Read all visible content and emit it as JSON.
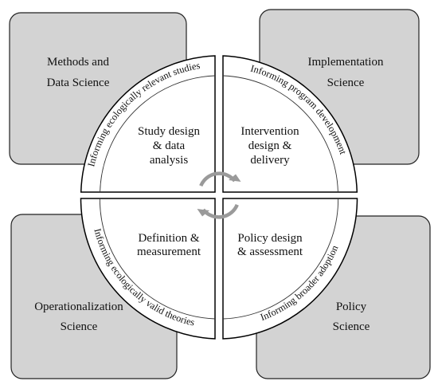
{
  "corners": {
    "top_left": {
      "line1": "Methods and",
      "line2": "Data Science"
    },
    "top_right": {
      "line1": "Implementation",
      "line2": "Science"
    },
    "bottom_left": {
      "line1": "Operationalization",
      "line2": "Science"
    },
    "bottom_right": {
      "line1": "Policy",
      "line2": "Science"
    }
  },
  "quadrants": {
    "top_left": [
      "Study design",
      "& data",
      "analysis"
    ],
    "top_right": [
      "Intervention",
      "design &",
      "delivery"
    ],
    "bottom_left": [
      "Definition &",
      "measurement"
    ],
    "bottom_right": [
      "Policy design",
      "& assessment"
    ]
  },
  "ring_labels": {
    "top_left": "Informing ecologically relevant studies",
    "top_right": "Informing program development",
    "bottom_left": "Informing ecologically valid theories",
    "bottom_right": "Informing broader adoption"
  },
  "colors": {
    "corner_fill": "#d3d3d3",
    "quadrant_fill": "#ffffff",
    "cycle_arrows": "#9a9a9a"
  },
  "icons": {
    "center": "cycle-arrows-icon"
  }
}
